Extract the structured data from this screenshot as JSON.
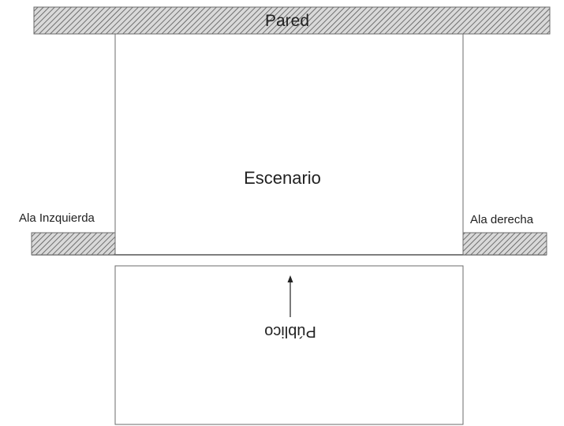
{
  "diagram": {
    "wall_label": "Pared",
    "stage_label": "Escenario",
    "left_wing_label": "Ala Inzquierda",
    "right_wing_label": "Ala derecha",
    "audience_label": "Público"
  },
  "colors": {
    "line": "#6b6b6b",
    "hatch": "#555555",
    "text": "#222222",
    "background": "#ffffff"
  }
}
